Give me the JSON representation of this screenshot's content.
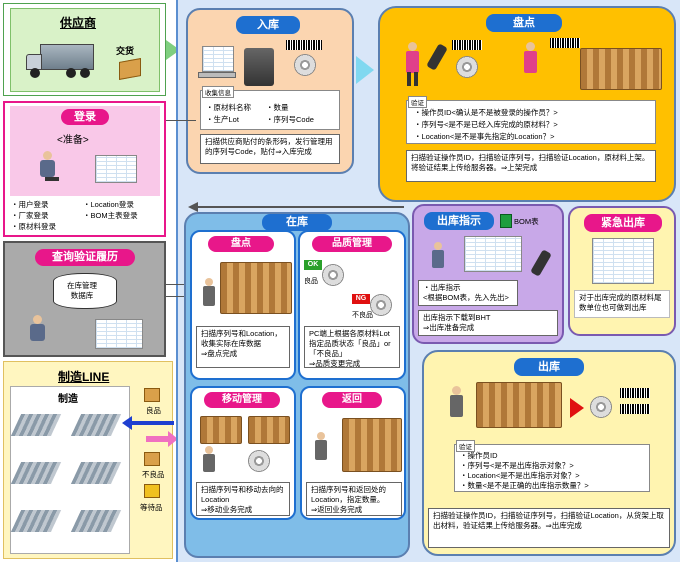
{
  "supplier": {
    "title": "供应商",
    "delivery": "交货"
  },
  "login": {
    "title": "登录",
    "subtitle": "<准备>",
    "items": [
      "用户登录",
      "Location登录",
      "厂家登录",
      "BOM主表登录",
      "原材料登录"
    ]
  },
  "query": {
    "title": "查询验证履历",
    "db": "在库管理\n数据库"
  },
  "line": {
    "title": "制造LINE",
    "sub": "制造",
    "good": "良品",
    "bad": "不良品",
    "wait": "等待品"
  },
  "receiving": {
    "title": "入库",
    "info_label": "收集信息",
    "info_items": [
      "原材料名称",
      "数量",
      "生产Lot",
      "序列号Code"
    ],
    "desc": "扫描供应商贴付的条形码，发行管理用的序列号Code，贴付⇒入库完成"
  },
  "inventory_check": {
    "title": "盘点",
    "verify_label": "验证",
    "verify_items": [
      "操作员ID<确认是不是被登录的操作员？>",
      "序列号<是不是已经入库完成的原材料？>",
      "Location<是不是事先指定的Location？>"
    ],
    "desc": "扫描验证操作员ID，扫描验证序列号，扫描验证Location，原材料上架。将验证结果上传给服务器。⇒上架完成"
  },
  "stock": {
    "title": "在库"
  },
  "stock_count": {
    "title": "盘点",
    "desc": "扫描序列号和Location，收集实际在库数据\n⇒盘点完成"
  },
  "quality": {
    "title": "品质管理",
    "ok": "OK",
    "ng": "NG",
    "good": "良品",
    "bad": "不良品",
    "desc": "PC端上根据各原材料Lot指定品质状态「良品」or「不良品」\n⇒品质变更完成"
  },
  "move": {
    "title": "移动管理",
    "desc": "扫描序列号和移动去向的Location\n⇒移动业务完成"
  },
  "return": {
    "title": "返回",
    "desc": "扫描序列号和返回处的Location，指定数量。\n⇒返回业务完成"
  },
  "picking": {
    "title": "出库指示",
    "bom": "BOM表",
    "note": "・出库指示\n<根据BOM表，先入先出>",
    "desc": "出库指示下载到BHT\n⇒出库准备完成"
  },
  "urgent": {
    "title": "紧急出库",
    "desc": "对于出库完成的原材料尾数单位也可做到出库"
  },
  "shipping": {
    "title": "出库",
    "verify_label": "验证",
    "verify_items": [
      "操作员ID",
      "序列号<是不是出库指示对象？>",
      "Location<是不是出库指示对象？>",
      "数量<是不是正确的出库指示数量？>"
    ],
    "desc": "扫描验证操作员ID，扫描验证序列号，扫描验证Location，从货架上取出材料，验证结果上传给服务器。⇒出库完成"
  },
  "colors": {
    "pink": "#e8178a",
    "blue": "#1e6fd0",
    "orange": "#ffc000",
    "peach": "#fbd5b0",
    "lavender": "#c8a8e8",
    "yellow": "#fff4b0"
  }
}
